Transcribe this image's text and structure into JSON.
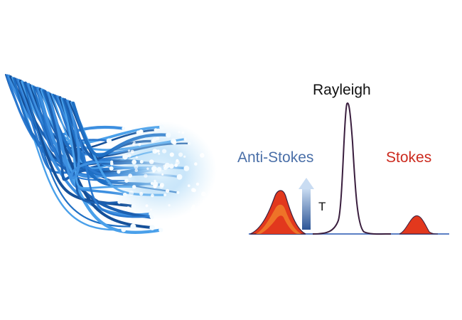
{
  "labels": {
    "rayleigh": "Rayleigh",
    "anti_stokes": "Anti-Stokes",
    "stokes": "Stokes",
    "temperature": "T"
  },
  "colors": {
    "fiber_blue": "#1f6fc4",
    "anti_stokes_text": "#4a6fa8",
    "stokes_text": "#cc2a1e",
    "rayleigh_text": "#111111",
    "peak_outline": "#3a1e3e",
    "peak_red": "#e2381d",
    "peak_orange": "#f07a2a",
    "baseline": "#5b7fc4"
  },
  "icons": {
    "fiber_bundle": "optical-fiber-bundle-icon",
    "temperature_arrow": "up-arrow-icon"
  }
}
